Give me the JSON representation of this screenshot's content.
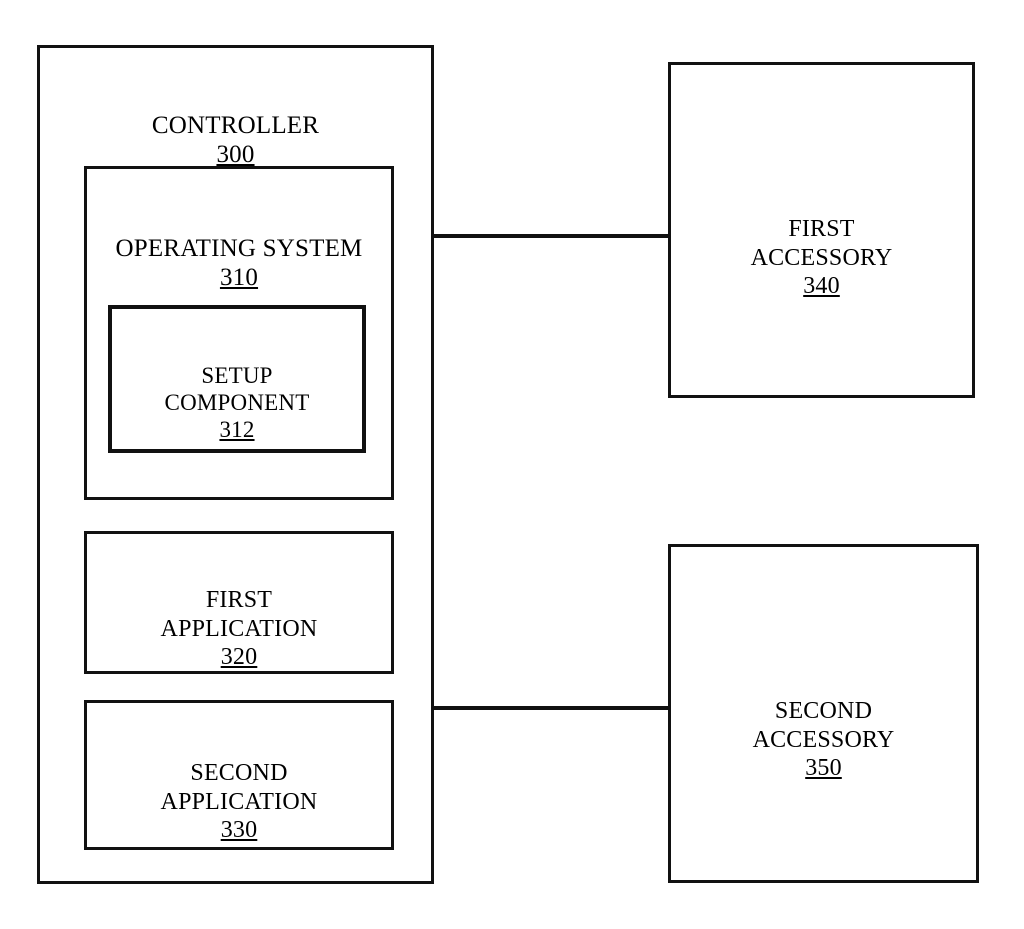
{
  "diagram": {
    "controller": {
      "title": "CONTROLLER",
      "ref": "300"
    },
    "operating_system": {
      "title": "OPERATING SYSTEM",
      "ref": "310"
    },
    "setup_component": {
      "title": "SETUP\nCOMPONENT",
      "ref": "312"
    },
    "first_application": {
      "title": "FIRST\nAPPLICATION",
      "ref": "320"
    },
    "second_application": {
      "title": "SECOND\nAPPLICATION",
      "ref": "330"
    },
    "first_accessory": {
      "title": "FIRST\nACCESSORY",
      "ref": "340"
    },
    "second_accessory": {
      "title": "SECOND\nACCESSORY",
      "ref": "350"
    },
    "colors": {
      "line": "#111111",
      "background": "#ffffff",
      "text": "#000000"
    }
  }
}
